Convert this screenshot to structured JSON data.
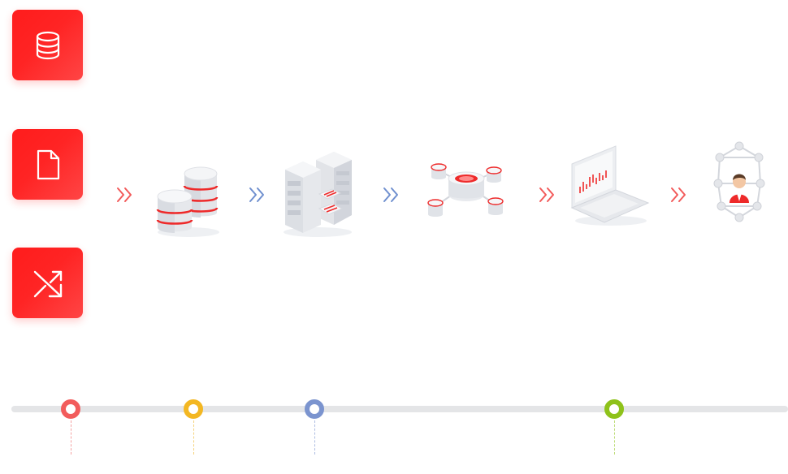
{
  "colors": {
    "brand_red": "#ff2a2a",
    "chevron_red": "#f25a5a",
    "chevron_blue": "#6f8fcf",
    "track": "#e4e5e7",
    "marker_red": "#f25c5c",
    "marker_yellow": "#f3b722",
    "marker_blue": "#7b94cf",
    "marker_green": "#8ec21a"
  },
  "side_icons": [
    "database-icon",
    "document-icon",
    "shuffle-icon"
  ],
  "flow_steps": [
    "database-stack",
    "server-cabinet",
    "distributed-nodes",
    "analytics-laptop",
    "user-network"
  ],
  "timeline": {
    "markers": [
      {
        "icon": "timeline-marker",
        "color": "#f25c5c"
      },
      {
        "icon": "timeline-marker",
        "color": "#f3b722"
      },
      {
        "icon": "timeline-marker",
        "color": "#7b94cf"
      },
      {
        "icon": "timeline-marker",
        "color": "#8ec21a"
      }
    ]
  }
}
